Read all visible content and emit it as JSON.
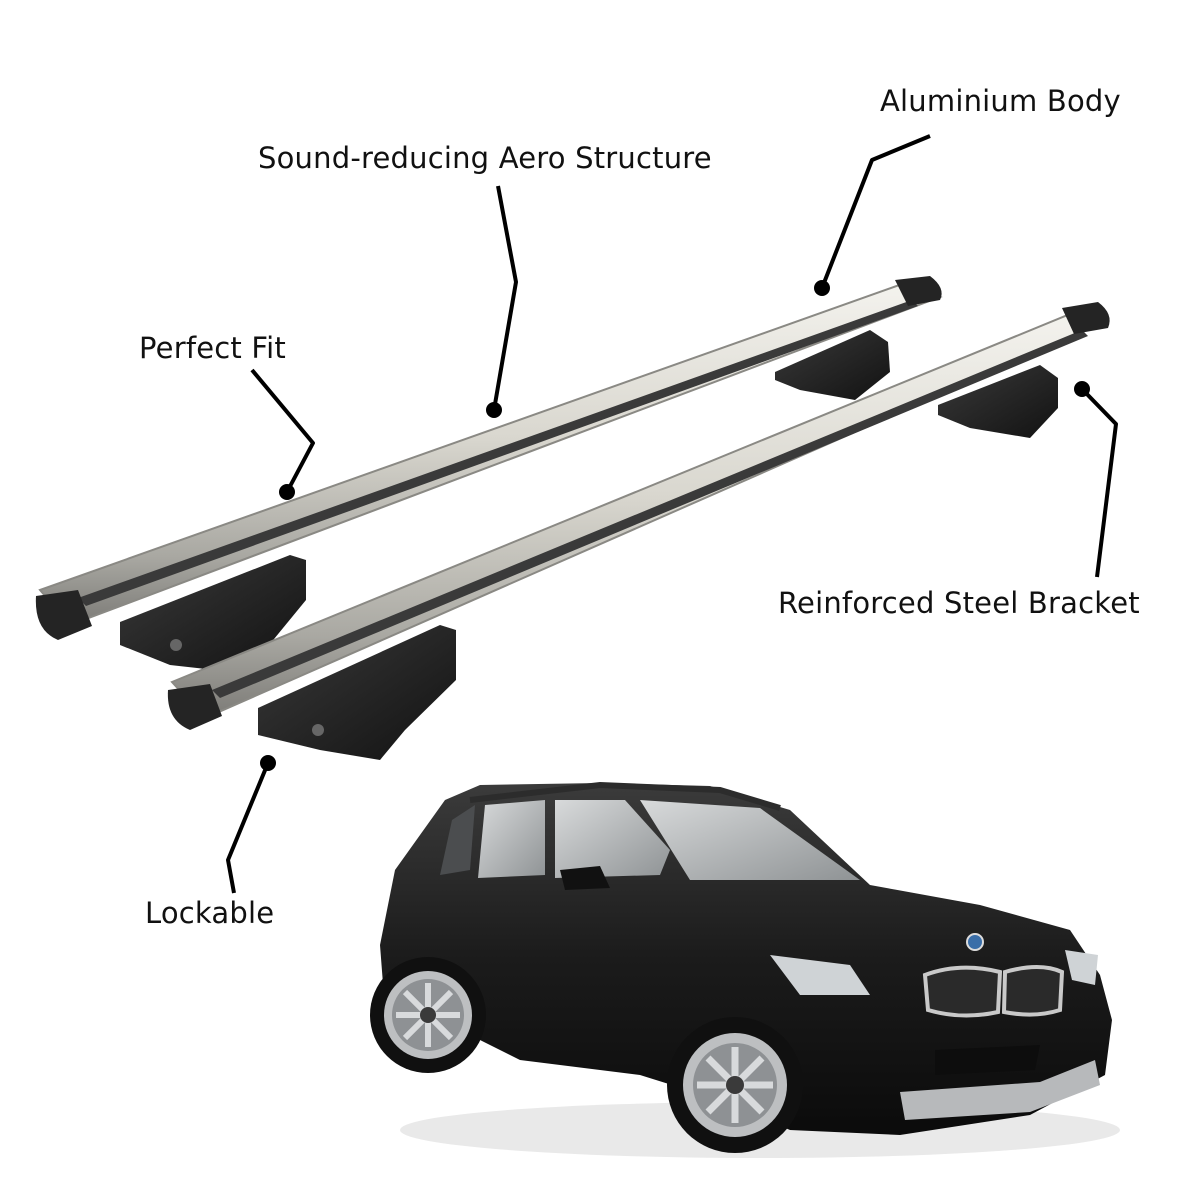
{
  "callouts": {
    "aluminium_body": "Aluminium Body",
    "aero_structure": "Sound-reducing Aero Structure",
    "perfect_fit": "Perfect Fit",
    "steel_bracket": "Reinforced Steel Bracket",
    "lockable": "Lockable"
  },
  "colors": {
    "bar_light": "#e6e4dd",
    "bar_dark": "#9a9a96",
    "rubber": "#2a2a2a",
    "foot": "#1e1e1e",
    "car_body": "#161616",
    "leader": "#000000"
  }
}
